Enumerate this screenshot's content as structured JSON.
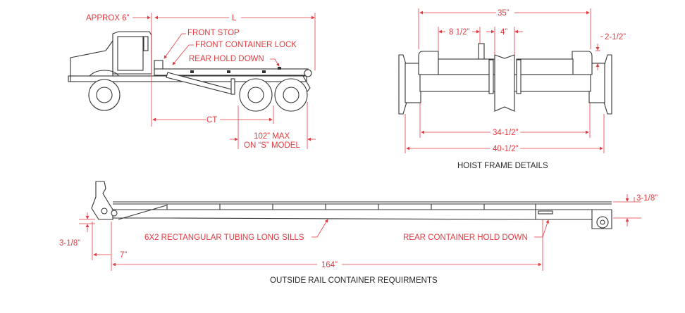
{
  "truck": {
    "approx": "APPROX 6”",
    "length": "L",
    "front_stop": "FRONT STOP",
    "front_lock": "FRONT CONTAINER LOCK",
    "rear_hold": "REAR HOLD DOWN",
    "ct": "CT",
    "max_line1": "102” MAX",
    "max_line2": "ON “S” MODEL"
  },
  "hoist": {
    "d35": "35”",
    "d8": "8 1/2”",
    "d4": "4”",
    "d2": "2-1/2”",
    "d34": "34-1/2”",
    "d40": "40-1/2”",
    "title": "HOIST FRAME DETAILS"
  },
  "container": {
    "right_318": "3-1/8”",
    "sills": "6X2 RECTANGULAR TUBING LONG SILLS",
    "rear_hold": "REAR CONTAINER HOLD DOWN",
    "left_318": "3-1/8”",
    "d7": "7”",
    "d164": "164”",
    "title": "OUTSIDE RAIL CONTAINER REQUIRMENTS"
  },
  "colors": {
    "dimension": "#e23a3f",
    "line": "#333333"
  }
}
